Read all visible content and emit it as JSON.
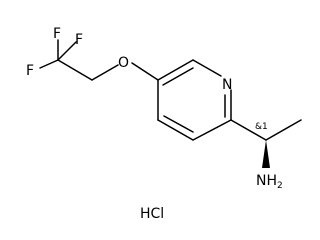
{
  "molecule": {
    "atoms": {
      "f1": "F",
      "f2": "F",
      "f3": "F",
      "oxygen": "O",
      "nitrogen": "N",
      "amine_n": "N",
      "amine_h": "H",
      "amine_sub": "2"
    },
    "stereo_label": "&1",
    "salt": "HCl"
  }
}
